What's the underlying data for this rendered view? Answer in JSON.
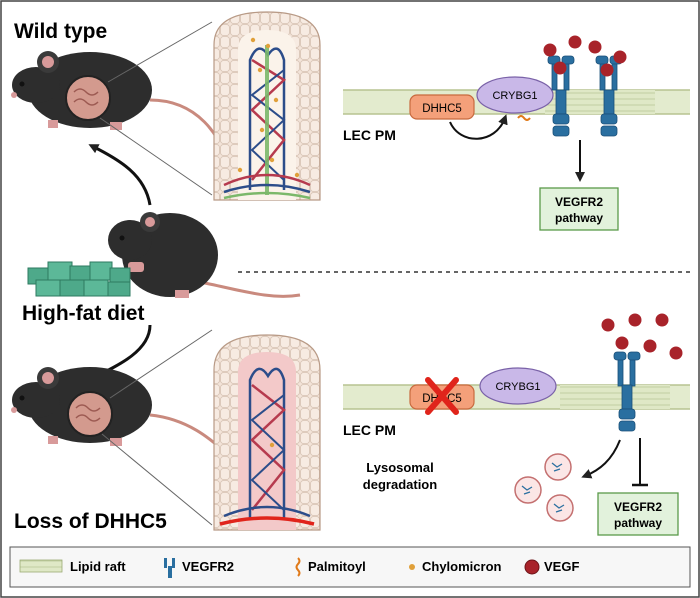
{
  "panels": {
    "top": {
      "title": "Wild type",
      "membrane_label": "LEC PM",
      "enzyme": "DHHC5",
      "partner": "CRYBG1",
      "pathway_line1": "VEGFR2",
      "pathway_line2": "pathway"
    },
    "middle": {
      "title": "High-fat diet"
    },
    "bottom": {
      "title": "Loss of DHHC5",
      "membrane_label": "LEC PM",
      "enzyme": "DHHC5",
      "partner": "CRYBG1",
      "degradation_line1": "Lysosomal",
      "degradation_line2": "degradation",
      "pathway_line1": "VEGFR2",
      "pathway_line2": "pathway"
    }
  },
  "legend": {
    "items": [
      {
        "label": "Lipid raft",
        "icon": "lipid-raft-icon"
      },
      {
        "label": "VEGFR2",
        "icon": "vegfr2-icon"
      },
      {
        "label": "Palmitoyl",
        "icon": "palmitoyl-icon"
      },
      {
        "label": "Chylomicron",
        "icon": "chylomicron-icon"
      },
      {
        "label": "VEGF",
        "icon": "vegf-icon"
      }
    ]
  },
  "colors": {
    "enzyme_fill": "#f4a07a",
    "partner_fill": "#c9b8e8",
    "receptor": "#2a6fa0",
    "vegf": "#a8232a",
    "pathway_fill": "#e2f2dc",
    "pathway_border": "#5a9a4a",
    "membrane": "#d9e4bf",
    "cross": "#e0241b",
    "chylomicron": "#e0a03a"
  }
}
